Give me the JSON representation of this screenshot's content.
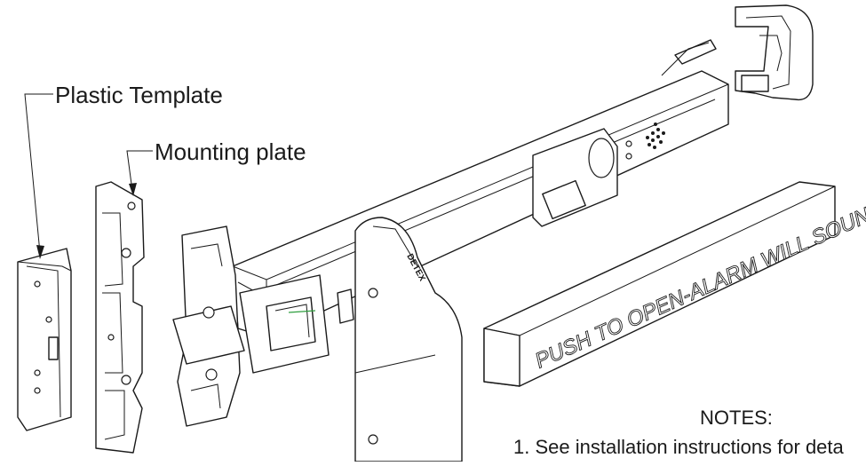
{
  "callouts": {
    "plastic_template": "Plastic Template",
    "mounting_plate": "Mounting plate"
  },
  "cover_text": "PUSH TO OPEN-ALARM WILL SOUND",
  "brand_mark": "DETEX",
  "notes": {
    "heading": "NOTES:",
    "item_1": "1. See installation instructions for deta"
  },
  "colors": {
    "line": "#1a1a1a",
    "background": "#ffffff",
    "accent_green": "#2e9e3e"
  }
}
